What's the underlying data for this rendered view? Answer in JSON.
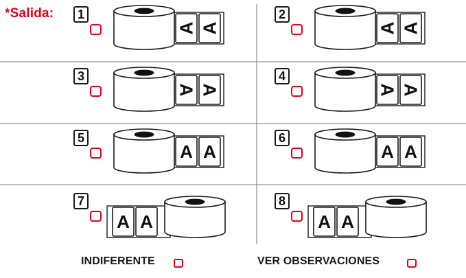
{
  "header": {
    "label": "*Salida:"
  },
  "options": [
    {
      "number": "1",
      "checked": false,
      "roll_side": "left",
      "label_orientation": "rotated-left",
      "label_text": "A"
    },
    {
      "number": "2",
      "checked": false,
      "roll_side": "left",
      "label_orientation": "rotated-left",
      "label_text": "A"
    },
    {
      "number": "3",
      "checked": false,
      "roll_side": "left",
      "label_orientation": "rotated-right",
      "label_text": "A"
    },
    {
      "number": "4",
      "checked": false,
      "roll_side": "left",
      "label_orientation": "rotated-right",
      "label_text": "A"
    },
    {
      "number": "5",
      "checked": false,
      "roll_side": "left",
      "label_orientation": "upright",
      "label_text": "A"
    },
    {
      "number": "6",
      "checked": false,
      "roll_side": "left",
      "label_orientation": "upright",
      "label_text": "A"
    },
    {
      "number": "7",
      "checked": false,
      "roll_side": "right",
      "label_orientation": "upright",
      "label_text": "A"
    },
    {
      "number": "8",
      "checked": false,
      "roll_side": "right",
      "label_orientation": "upright",
      "label_text": "A"
    }
  ],
  "footer": {
    "indiferente_label": "INDIFERENTE",
    "ver_observaciones_label": "VER OBSERVACIONES"
  },
  "colors": {
    "accent": "#e2001a",
    "ink": "#1a1a1a",
    "divider": "#7a7a7a"
  }
}
